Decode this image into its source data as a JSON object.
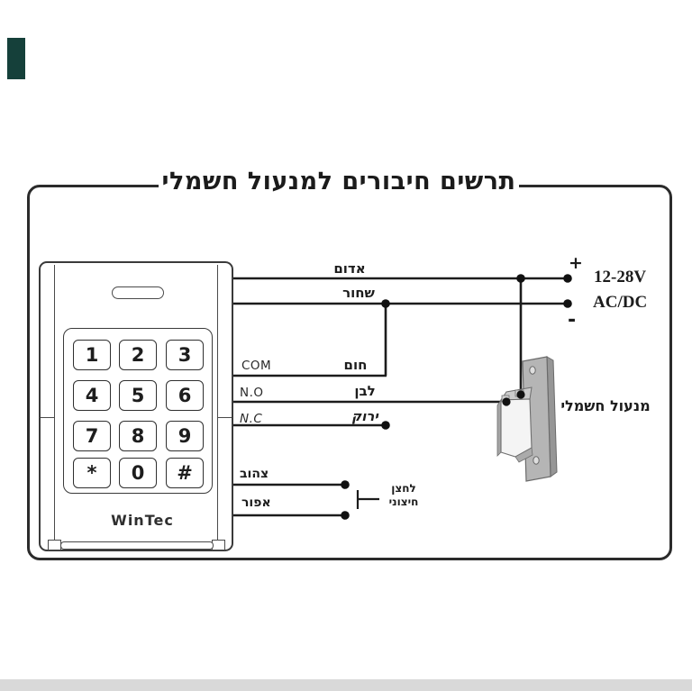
{
  "title": "תרשים חיבורים למנעול חשמלי",
  "keypad": {
    "brand": "WinTec",
    "keys": [
      "1",
      "2",
      "3",
      "4",
      "5",
      "6",
      "7",
      "8",
      "9",
      "*",
      "0",
      "#"
    ]
  },
  "wires": {
    "red_label": "אדום",
    "black_label": "שחור",
    "brown_label": "חום",
    "white_label": "לבן",
    "green_label": "ירוק",
    "yellow_label": "צהוב",
    "gray_label": "אפור",
    "com_label": "COM",
    "no_label": "N.O",
    "nc_label": "N.C"
  },
  "power": {
    "plus": "+",
    "minus": "-",
    "voltage": "12-28V",
    "current_type": "AC/DC"
  },
  "lock": {
    "label": "מנעול חשמלי"
  },
  "button": {
    "line1": "לחצן",
    "line2": "חיצוני"
  },
  "colors": {
    "line": "#1c1c1c",
    "lock_gray": "#b5b5b5",
    "teal_mark": "#15403a"
  }
}
